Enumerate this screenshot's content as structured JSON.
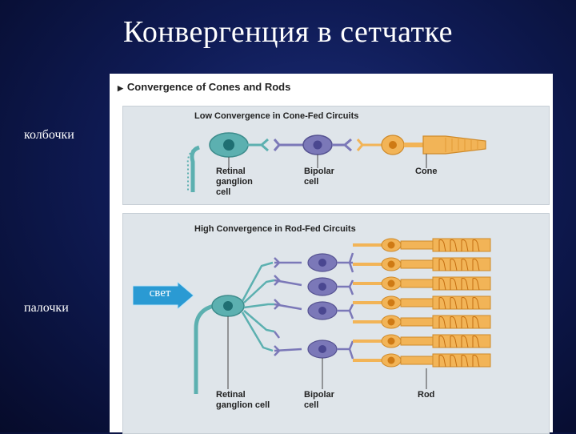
{
  "slide": {
    "title": "Конвергенция в сетчатке",
    "label_cones": "колбочки",
    "label_rods": "палочки",
    "arrow_label": "свет"
  },
  "figure": {
    "title": "Convergence of Cones and Rods",
    "top_panel": {
      "title": "Low Convergence in Cone-Fed Circuits",
      "labels": {
        "ganglion_line1": "Retinal",
        "ganglion_line2": "ganglion",
        "ganglion_line3": "cell",
        "bipolar_line1": "Bipolar",
        "bipolar_line2": "cell",
        "photoreceptor": "Cone"
      }
    },
    "bottom_panel": {
      "title": "High Convergence in Rod-Fed Circuits",
      "labels": {
        "ganglion_line1": "Retinal",
        "ganglion_line2": "ganglion cell",
        "bipolar_line1": "Bipolar",
        "bipolar_line2": "cell",
        "photoreceptor": "Rod"
      }
    }
  },
  "colors": {
    "ganglion": "#5cb0b0",
    "ganglion_nucleus": "#1f6f72",
    "bipolar": "#7b78b8",
    "bipolar_nucleus": "#4a4790",
    "photoreceptor": "#f2b457",
    "photoreceptor_nucleus": "#cf7a14",
    "arrow": "#2a9ad3"
  }
}
